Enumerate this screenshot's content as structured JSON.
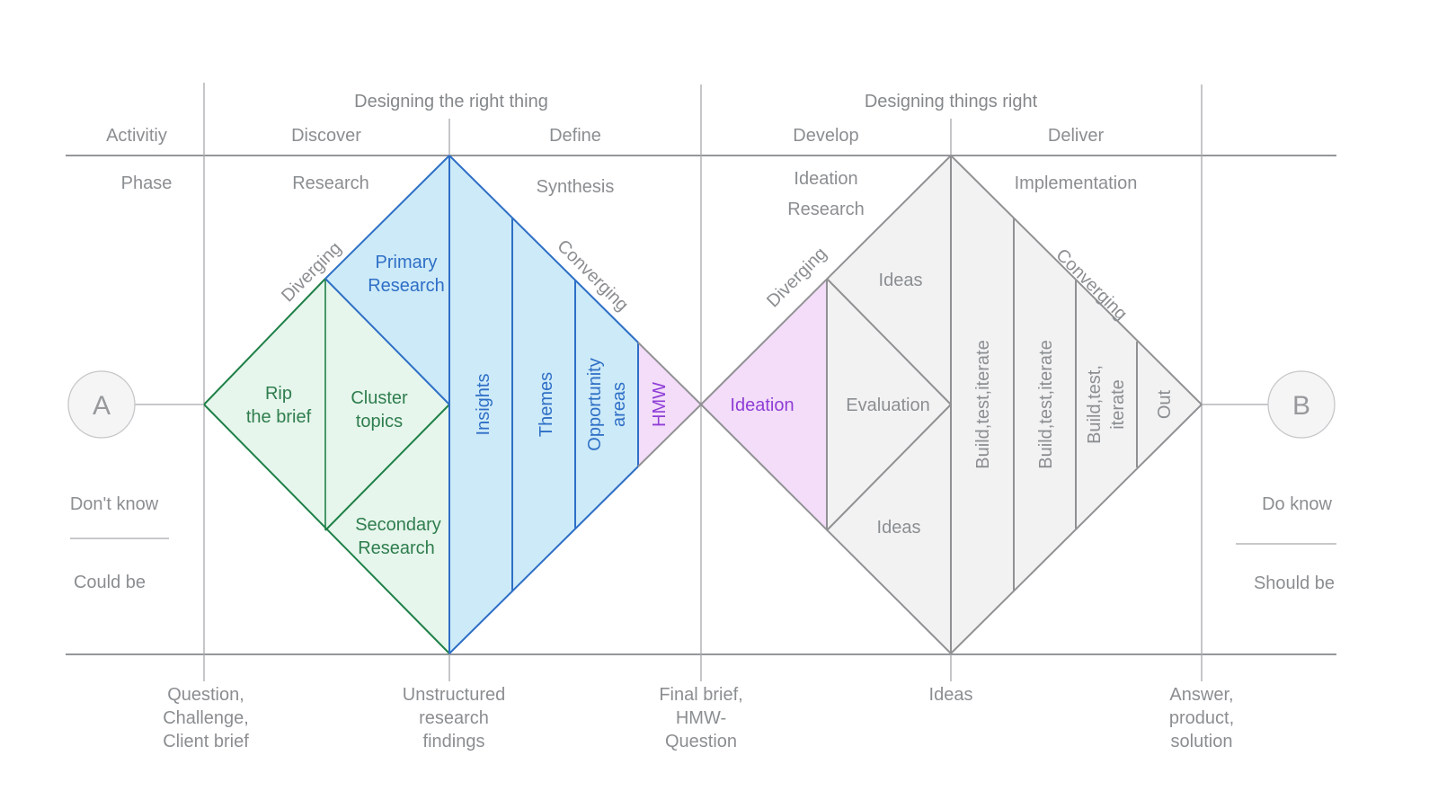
{
  "titles": {
    "left": "Designing the right thing",
    "right": "Designing things right"
  },
  "rows": {
    "activity": "Activitiy",
    "phase": "Phase"
  },
  "columns": [
    {
      "activity": "Discover",
      "phase": "Research"
    },
    {
      "activity": "Define",
      "phase": "Synthesis"
    },
    {
      "activity": "Develop",
      "phase_line1": "Ideation",
      "phase_line2": "Research"
    },
    {
      "activity": "Deliver",
      "phase": "Implementation"
    }
  ],
  "diamond1": {
    "diverging": "Diverging",
    "converging": "Converging",
    "rip_line1": "Rip",
    "rip_line2": "the brief",
    "cluster_line1": "Cluster",
    "cluster_line2": "topics",
    "primary_line1": "Primary",
    "primary_line2": "Research",
    "secondary_line1": "Secondary",
    "secondary_line2": "Research",
    "insights": "Insights",
    "themes": "Themes",
    "opportunity_line1": "Opportunity",
    "opportunity_line2": "areas",
    "hmw": "HMW"
  },
  "diamond2": {
    "diverging": "Diverging",
    "converging": "Converging",
    "ideation": "Ideation",
    "ideas_top": "Ideas",
    "evaluation": "Evaluation",
    "ideas_bottom": "Ideas",
    "build1": "Build,test,iterate",
    "build2": "Build,test,iterate",
    "build3_line1": "Build,test,",
    "build3_line2": "iterate",
    "out": "Out"
  },
  "endpoints": {
    "start": "A",
    "end": "B",
    "start_state1": "Don't know",
    "start_state2": "Could be",
    "end_state1": "Do know",
    "end_state2": "Should be"
  },
  "milestones": [
    {
      "line1": "Question,",
      "line2": "Challenge,",
      "line3": "Client brief"
    },
    {
      "line1": "Unstructured",
      "line2": "research",
      "line3": "findings"
    },
    {
      "line1": "Final brief,",
      "line2": "HMW-",
      "line3": "Question"
    },
    {
      "line1": "Ideas",
      "line2": "",
      "line3": ""
    },
    {
      "line1": "Answer,",
      "line2": "product,",
      "line3": "solution"
    }
  ],
  "colors": {
    "text_gray": "#8b8e91",
    "line_gray": "#94969a",
    "green_stroke": "#1e8047",
    "green_text": "#2f7d4e",
    "green_fill": "#e6f6ec",
    "blue_stroke": "#2e6fc6",
    "blue_text": "#2e6fc6",
    "cyan_fill": "#cdeaf8",
    "purple_text": "#8f3ed6",
    "lavender_fill": "#f3ddf9",
    "gray_fill": "#f2f2f3",
    "circle_fill": "#f5f5f6"
  }
}
